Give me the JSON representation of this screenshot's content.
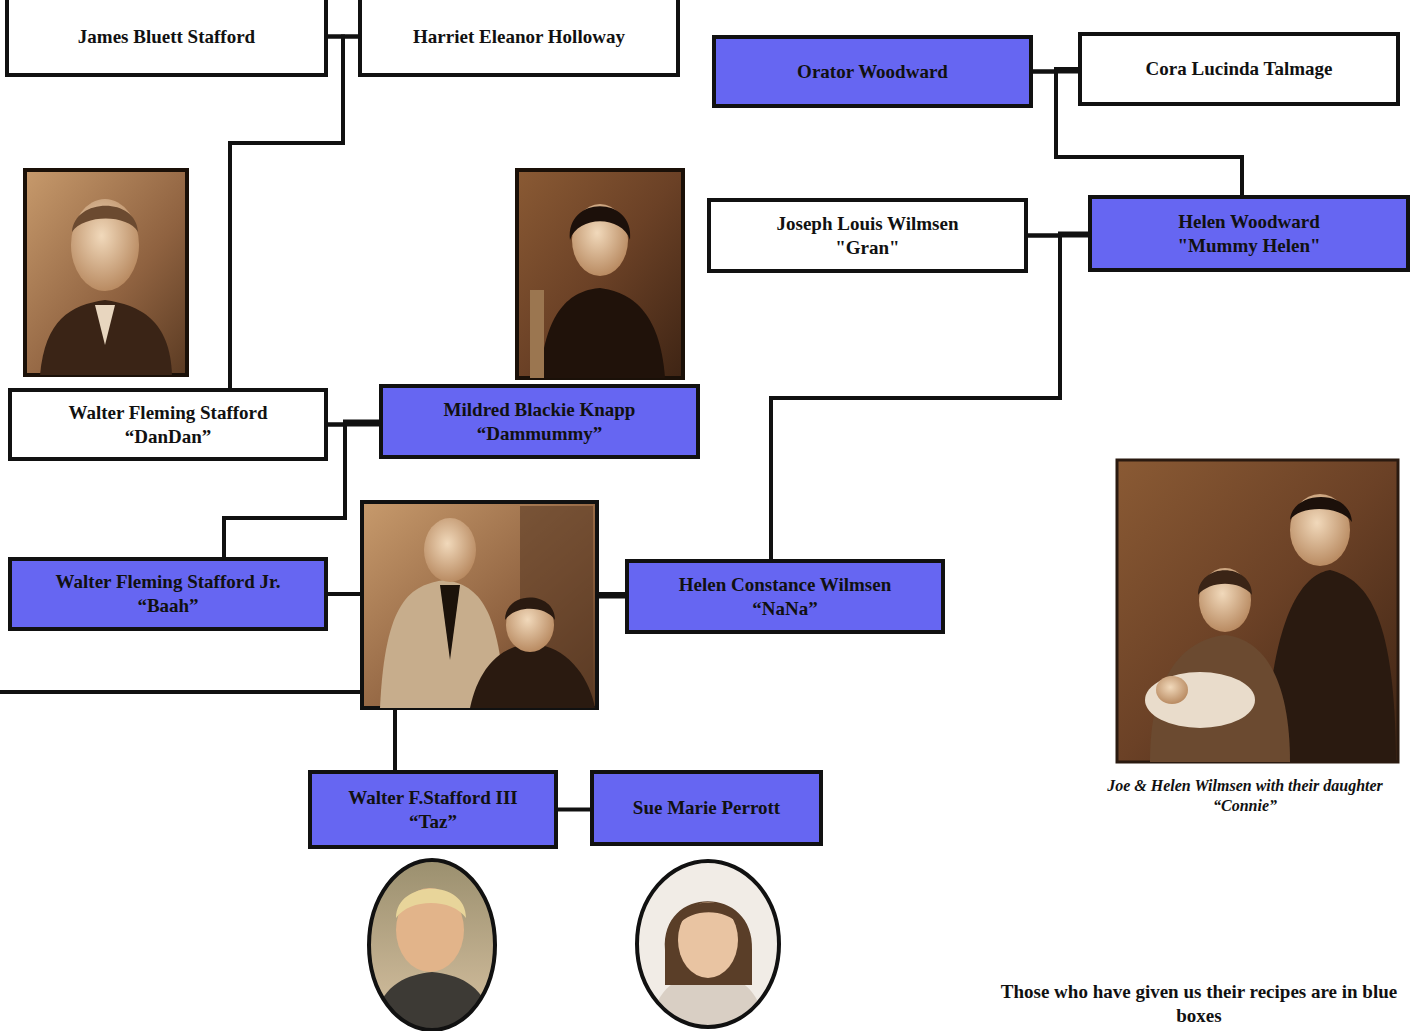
{
  "diagram": {
    "nodes": [
      {
        "text": [
          "James Bluett Stafford"
        ]
      },
      {
        "text": [
          "Harriet Eleanor Holloway"
        ]
      },
      {
        "text": [
          "Orator Woodward"
        ]
      },
      {
        "text": [
          "Cora Lucinda Talmage"
        ]
      },
      {
        "text": [
          "Joseph Louis Wilmsen",
          "\"Gran\""
        ]
      },
      {
        "text": [
          "Helen Woodward",
          "\"Mummy Helen\""
        ]
      },
      {
        "text": [
          "Walter Fleming Stafford",
          "“DanDan”"
        ]
      },
      {
        "text": [
          "Mildred Blackie Knapp",
          "“Dammummy”"
        ]
      },
      {
        "text": [
          "Walter Fleming Stafford Jr.",
          "“Baah”"
        ]
      },
      {
        "text": [
          "Helen Constance Wilmsen",
          "“NaNa”"
        ]
      },
      {
        "text": [
          "Walter F.Stafford III",
          "“Taz”"
        ]
      },
      {
        "text": [
          "Sue Marie Perrott"
        ]
      }
    ],
    "edges": [
      {
        "from": 0,
        "to": 1,
        "arrow": "none"
      },
      {
        "from": 0,
        "to": 6,
        "arrow": "none"
      },
      {
        "from": 1,
        "to": 6,
        "arrow": "none"
      },
      {
        "from": 2,
        "to": 3,
        "arrow": "none"
      },
      {
        "from": 2,
        "to": 5,
        "arrow": "none"
      },
      {
        "from": 3,
        "to": 5,
        "arrow": "none"
      },
      {
        "from": 4,
        "to": 5,
        "arrow": "none"
      },
      {
        "from": 4,
        "to": 9,
        "arrow": "none"
      },
      {
        "from": 5,
        "to": 9,
        "arrow": "none"
      },
      {
        "from": 6,
        "to": 7,
        "arrow": "none"
      },
      {
        "from": 6,
        "to": 8,
        "arrow": "none"
      },
      {
        "from": 7,
        "to": 8,
        "arrow": "none"
      },
      {
        "from": 8,
        "to": 9,
        "arrow": "none"
      },
      {
        "from": 8,
        "to": 10,
        "arrow": "none"
      },
      {
        "from": 9,
        "to": 10,
        "arrow": "none"
      },
      {
        "from": 10,
        "to": 11,
        "arrow": "none"
      }
    ],
    "labels": [
      "Joe & Helen Wilmsen with their daughter “Connie”",
      "Those who have given us their recipes are in blue boxes"
    ]
  }
}
